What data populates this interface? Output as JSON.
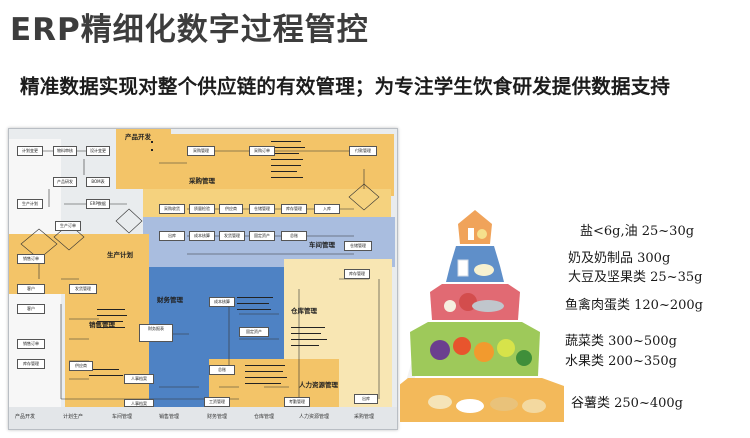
{
  "header": {
    "title": "ERP精细化数字过程管控",
    "subtitle": "精准数据实现对整个供应链的有效管理；为专注学生饮食研发提供数据支持"
  },
  "erp_diagram": {
    "zones": {
      "product_dev": "产品开发",
      "purchase": "采购管理",
      "production": "生产计划",
      "finance": "财务管理",
      "warehouse": "仓库管理",
      "sales": "销售管理",
      "hr": "人力资源管理",
      "workshop": "车间管理"
    },
    "nodes": {
      "plan_change": "计划变更",
      "material_audit": "物料审核",
      "design_change": "设计变更",
      "product_dev_node": "产品研发",
      "bom": "BOM表",
      "erp_data": "ERP数据",
      "production_plan": "生产计划",
      "production_order": "生产订单",
      "procurement": "采购管理",
      "purchase_doc": "采购订单",
      "receipt": "采购收货",
      "inspection": "质量检验",
      "payment": "付款管理",
      "vendor": "供应商",
      "storage": "仓储管理",
      "inventory": "库存管理",
      "sales_order": "销售订单",
      "customer": "客户",
      "shipping": "发货管理",
      "finance_node": "财务报表",
      "cost": "成本核算",
      "fixed_assets": "固定资产",
      "general_ledger": "总账",
      "personnel": "人事档案",
      "salary": "工资管理",
      "attendance": "考勤管理",
      "inbound": "入库",
      "outbound": "出库"
    },
    "footer": [
      "产品开发",
      "计划生产",
      "车间管理",
      "销售管理",
      "财务管理",
      "仓库管理",
      "人力资源管理",
      "采购管理"
    ]
  },
  "food_pyramid": {
    "levels": [
      {
        "text": "盐<6g,油 25~30g"
      },
      {
        "text": "奶及奶制品 300g"
      },
      {
        "text": "大豆及坚果类 25~35g"
      },
      {
        "text": "鱼禽肉蛋类 120~200g"
      },
      {
        "text": "蔬菜类 300~500g"
      },
      {
        "text": "水果类 200~350g"
      },
      {
        "text": "谷薯类 250~400g"
      }
    ],
    "colors": {
      "level1": "#f0a35a",
      "level2": "#5f8fc9",
      "level3": "#e16a73",
      "level4": "#9ec95a",
      "level5": "#f3b95a",
      "wash": "#eeeeee"
    }
  }
}
